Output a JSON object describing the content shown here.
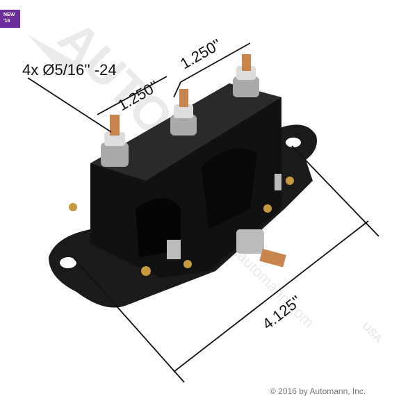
{
  "badge": {
    "line1": "NEW",
    "line2": "'16",
    "color": "#6b2e9c"
  },
  "watermark": {
    "brand": "AUTOMANN",
    "region": "USA",
    "url": "automann.com"
  },
  "dimensions": {
    "thread": "4x Ø5/16'' -24",
    "spacing_left": "1.250''",
    "spacing_right": "1.250''",
    "mount_width": "4.125''"
  },
  "copyright": "© 2016 by Automann, Inc."
}
